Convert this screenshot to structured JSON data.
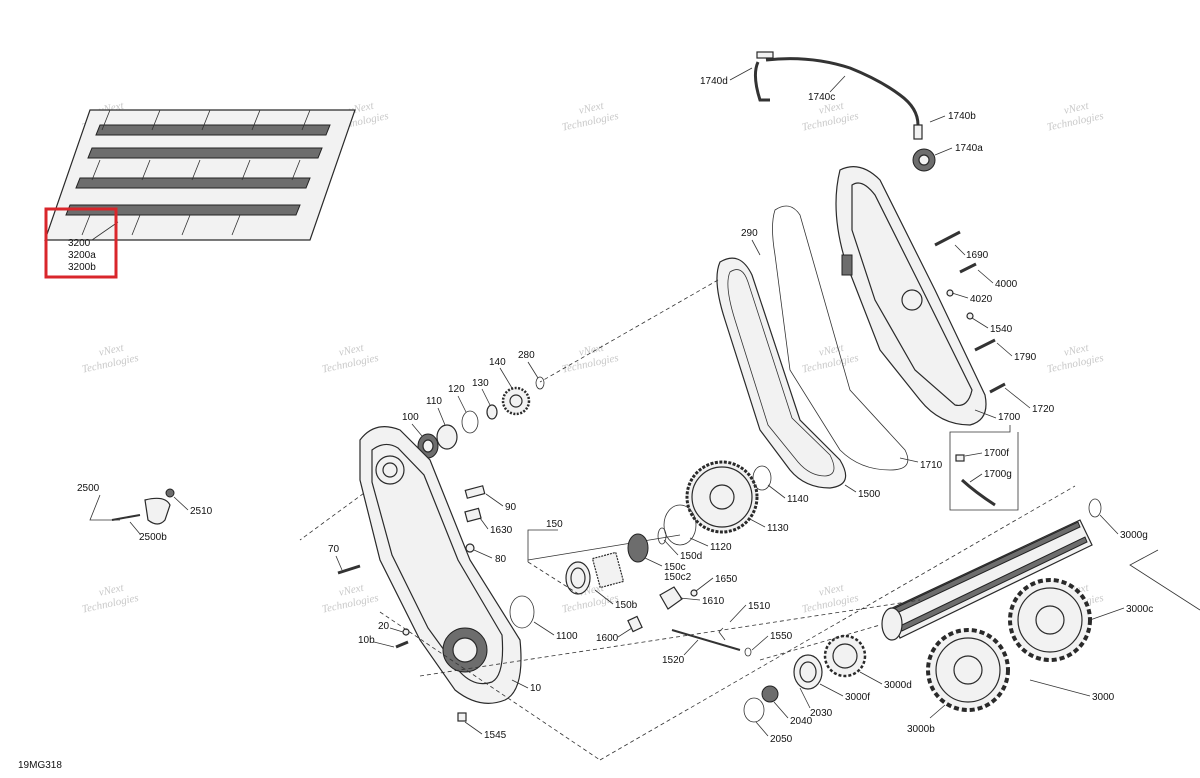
{
  "drawing_id": "19MG318",
  "watermark": {
    "line1": "vNext",
    "line2": "Technologies"
  },
  "highlight_color": "#d9262b",
  "highlight_labels": [
    "3200",
    "3200a",
    "3200b"
  ],
  "callouts": {
    "c1740d": "1740d",
    "c1740c": "1740c",
    "c1740b": "1740b",
    "c1740a": "1740a",
    "c290": "290",
    "c1690": "1690",
    "c4000": "4000",
    "c4020": "4020",
    "c1540": "1540",
    "c1790": "1790",
    "c1720": "1720",
    "c1700": "1700",
    "c1700f": "1700f",
    "c1700g": "1700g",
    "c1710": "1710",
    "c1500": "1500",
    "c1140": "1140",
    "c1130": "1130",
    "c1120": "1120",
    "c140": "140",
    "c280": "280",
    "c130": "130",
    "c120": "120",
    "c110": "110",
    "c100": "100",
    "c90": "90",
    "c1630": "1630",
    "c80": "80",
    "c70": "70",
    "c150": "150",
    "c150d": "150d",
    "c150c": "150c",
    "c150c2": "150c2",
    "c150b": "150b",
    "c1650": "1650",
    "c1610": "1610",
    "c1510": "1510",
    "c1550": "1550",
    "c1600": "1600",
    "c1520": "1520",
    "c1100": "1100",
    "c20": "20",
    "c10b": "10b",
    "c10": "10",
    "c1545": "1545",
    "c2500": "2500",
    "c2510": "2510",
    "c2500b": "2500b",
    "c3000g": "3000g",
    "c3000c": "3000c",
    "c3000d": "3000d",
    "c3000f": "3000f",
    "c3000": "3000",
    "c3000b": "3000b",
    "c2030": "2030",
    "c2040": "2040",
    "c2050": "2050"
  }
}
